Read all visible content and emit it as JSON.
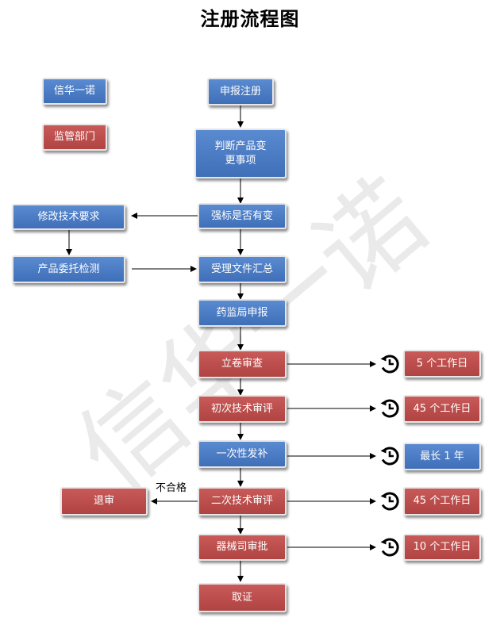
{
  "title": "注册流程图",
  "watermark": "信华一诺",
  "legend": {
    "company": "信华一诺",
    "department": "监管部门"
  },
  "colors": {
    "applicant": "#4a7cc4",
    "regulator": "#bd4f4d",
    "connector": "#000000"
  },
  "steps": {
    "apply": "申报注册",
    "judge": "判断产品变更事项",
    "standard_change": "强标是否有变",
    "modify_requirements": "修改技术要求",
    "entrust_test": "产品委托检测",
    "accept_summary": "受理文件汇总",
    "submit_fda": "药监局申报",
    "file_review": "立卷审查",
    "first_review": "初次技术审评",
    "supplement": "一次性发补",
    "second_review": "二次技术审评",
    "reject": "退审",
    "approve": "器械司审批",
    "certificate": "取证"
  },
  "durations": {
    "file_review": "5 个工作日",
    "first_review": "45 个工作日",
    "supplement": "最长 1 年",
    "second_review": "45 个工作日",
    "approve": "10 个工作日"
  },
  "fail_label": "不合格",
  "icons": {
    "duration": "clock-icon"
  }
}
